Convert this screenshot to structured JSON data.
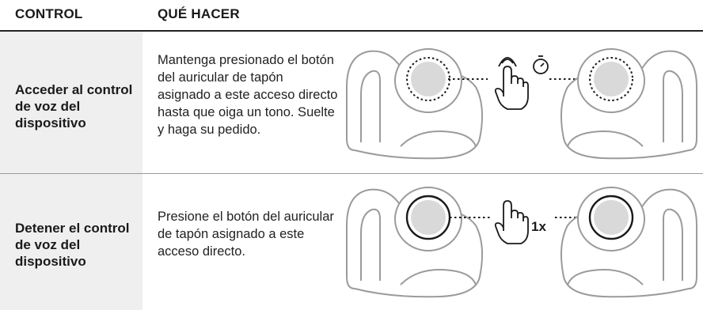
{
  "header": {
    "col_control": "CONTROL",
    "col_action": "QUÉ HACER"
  },
  "rows": [
    {
      "control": "Acceder al control de voz del dispositivo",
      "description": "Mantenga presionado el botón del auricular de tapón asignado a este acceso directo hasta que oiga un tono. Suelte y haga su pedido.",
      "gesture_icon": "press-and-hold-icon"
    },
    {
      "control": "Detener el control de voz del dispositivo",
      "description": "Presione el botón del auricular de tapón asignado a este acceso directo.",
      "gesture_icon": "single-press-icon",
      "press_count": "1x"
    }
  ],
  "colors": {
    "text": "#1a1a1a",
    "shade": "#efefef",
    "rule": "#222222",
    "line_art": "#9b9b9b",
    "button_fill": "#d9d9d9"
  }
}
